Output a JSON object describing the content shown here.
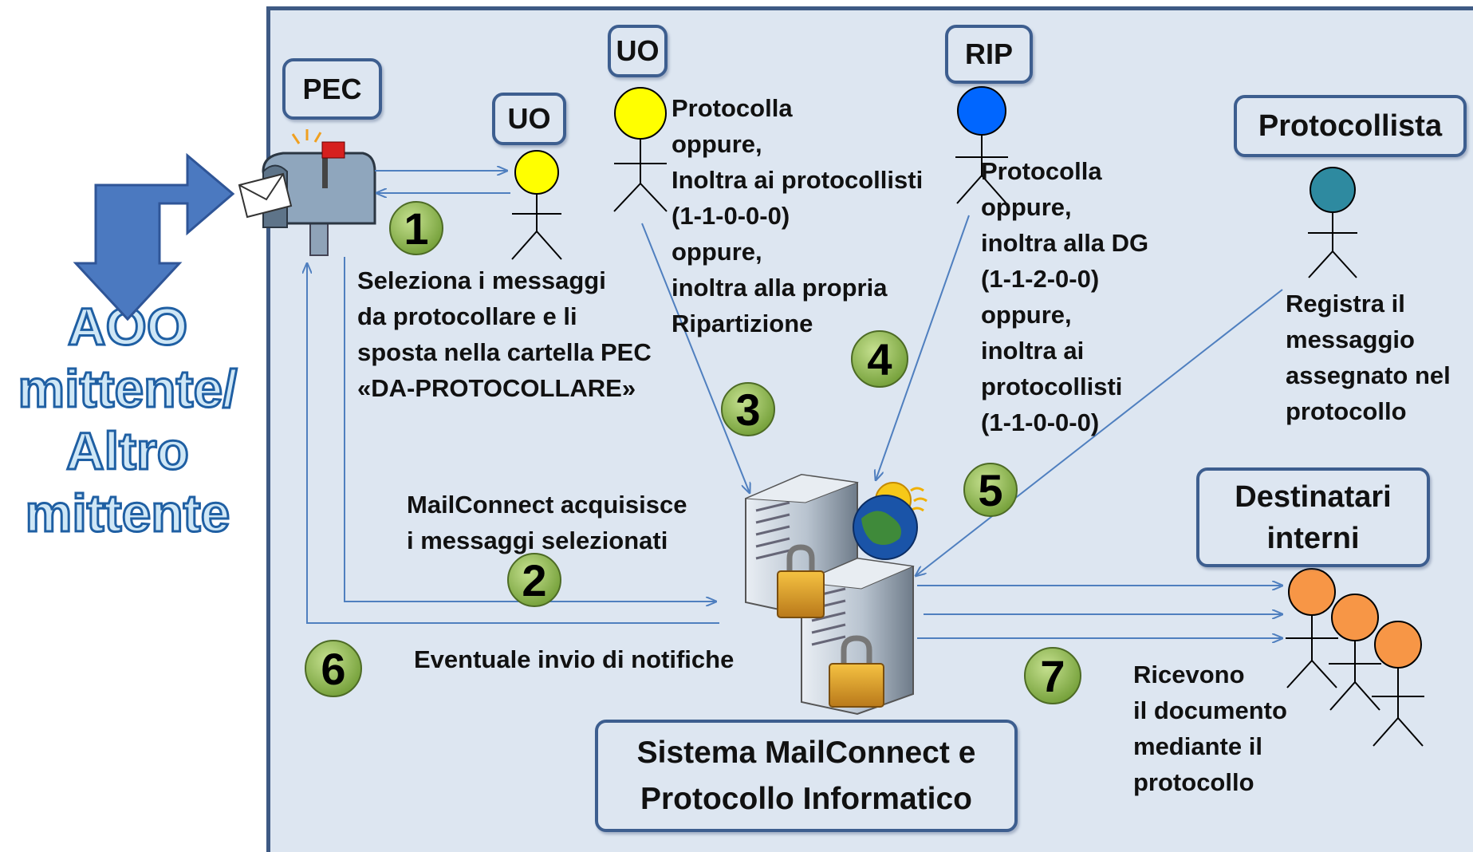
{
  "side": {
    "aoo_lines": [
      "AOO",
      "mittente/",
      "Altro",
      "mittente"
    ]
  },
  "boxes": {
    "pec": "PEC",
    "uo_small": "UO",
    "uo_top": "UO",
    "rip": "RIP",
    "protocollista": "Protocollista",
    "destinatari": [
      "Destinatari",
      "interni"
    ],
    "sistema": [
      "Sistema MailConnect e",
      "Protocollo Informatico"
    ]
  },
  "steps": {
    "s1": "1",
    "s2": "2",
    "s3": "3",
    "s4": "4",
    "s5": "5",
    "s6": "6",
    "s7": "7"
  },
  "texts": {
    "step1": [
      "Seleziona i messaggi",
      "da protocollare  e li",
      "sposta nella cartella PEC",
      "«DA-PROTOCOLLARE»"
    ],
    "uo_actions": [
      "Protocolla",
      "oppure,",
      "Inoltra ai protocollisti",
      "(1-1-0-0-0)",
      "oppure,",
      "inoltra alla propria",
      "Ripartizione"
    ],
    "rip_actions": [
      "Protocolla",
      "oppure,",
      "inoltra alla DG",
      "(1-1-2-0-0)",
      "oppure,",
      "inoltra ai",
      "protocollisti",
      "(1-1-0-0-0)"
    ],
    "protocollista_action": [
      "Registra il",
      "messaggio",
      "assegnato  nel",
      "protocollo"
    ],
    "step2": [
      "MailConnect  acquisisce",
      "i messaggi  selezionati"
    ],
    "step6": "Eventuale invio di notifiche",
    "step7": [
      "Ricevono",
      "il documento",
      "mediante il",
      "protocollo"
    ]
  },
  "colors": {
    "panel_bg": "#dde6f1",
    "panel_border": "#3e5a84",
    "arrow_blue": "#4f7fbf",
    "badge_green": "#8cb453",
    "uo_yellow": "#ffff00",
    "rip_blue": "#0066ff",
    "protocollista_teal": "#2e8aa0",
    "destinatari_orange": "#f79646"
  }
}
